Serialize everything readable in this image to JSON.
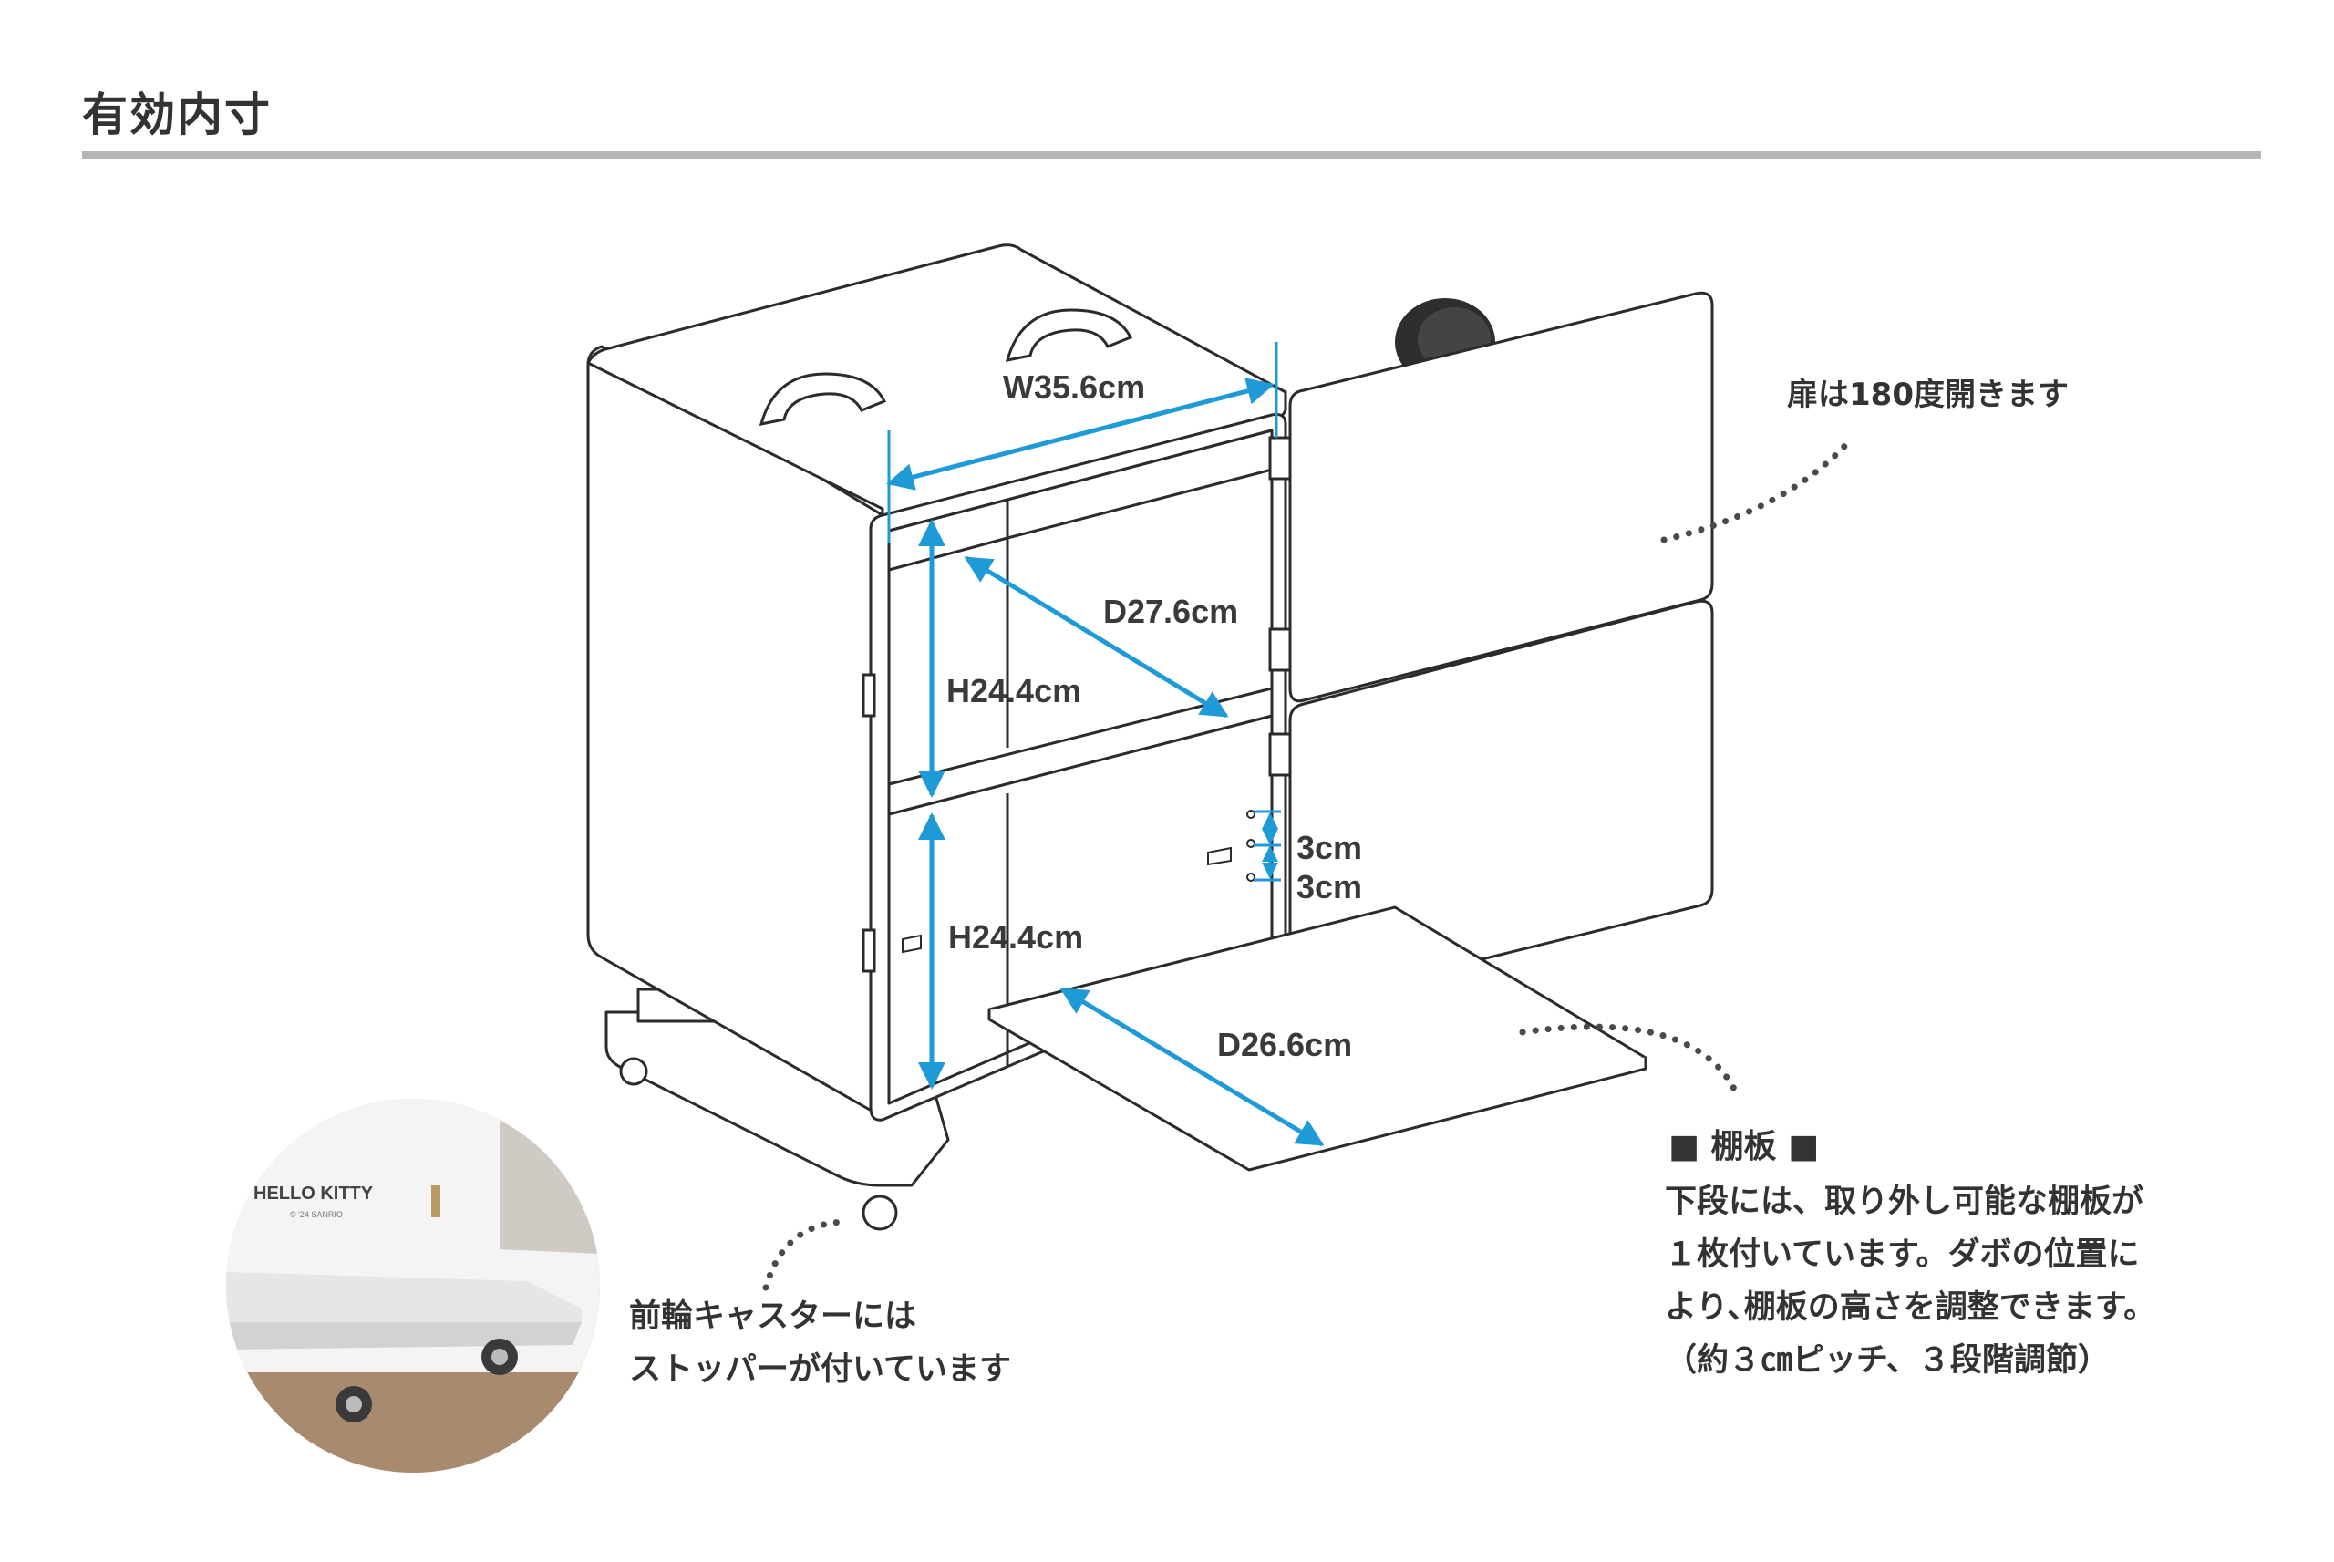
{
  "page": {
    "title": "有効内寸"
  },
  "dimensions": {
    "width": "W35.6cm",
    "upper_depth": "D27.6cm",
    "upper_height": "H24.4cm",
    "lower_height": "H24.4cm",
    "shelf_depth": "D26.6cm",
    "pitch_upper": "3cm",
    "pitch_lower": "3cm"
  },
  "notes": {
    "door": "扉は180度開きます",
    "shelf_heading": "■ 棚板 ■",
    "shelf_body": [
      "下段には、取り外し可能な棚板が",
      "１枚付いています。ダボの位置に",
      "より､棚板の高さを調整できます。",
      "（約３㎝ピッチ、３段階調節）"
    ],
    "caster": [
      "前輪キャスターには",
      "ストッパーが付いています"
    ]
  },
  "photo": {
    "logo_text": "HELLO KITTY",
    "copyright_text": "© '24 SANRIO"
  },
  "colors": {
    "dimension_arrow": "#1e9ad6",
    "line": "#2b2b2b",
    "dotted_leader": "#4a4a4a",
    "rule": "#b5b5b5"
  }
}
